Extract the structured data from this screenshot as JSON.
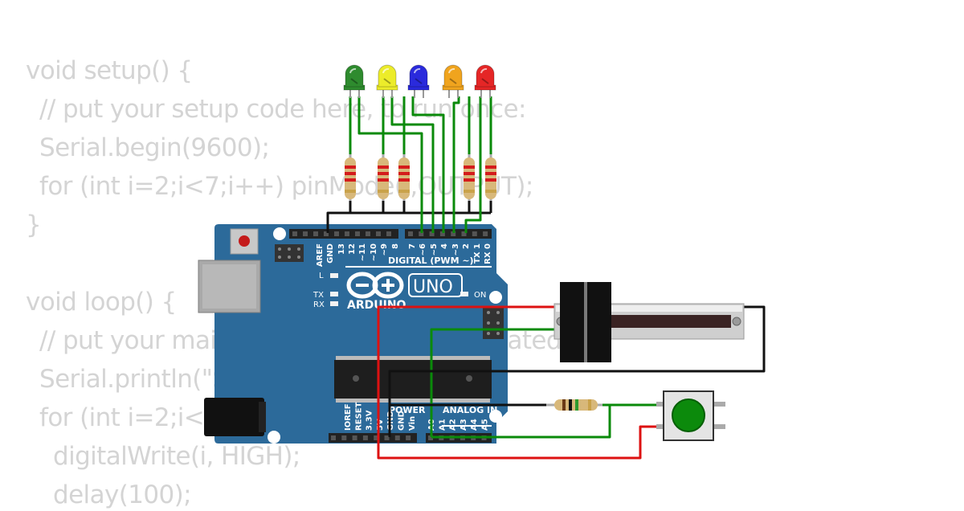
{
  "code": {
    "lines": [
      "void setup() {",
      "  // put your setup code here, to run once:",
      "  Serial.begin(9600);",
      "  for (int i=2;i<7;i++) pinMode(i,OUTPUT);",
      "}",
      "",
      "void loop() {",
      "  // put your main code here, to run repeatedly:",
      "  Serial.println(\"S",
      "  for (int i=2;i<7",
      "    digitalWrite(i, HIGH);",
      "    delay(100);"
    ]
  },
  "board": {
    "brand": "ARDUINO",
    "model": "UNO",
    "digital_header": "DIGITAL (PWM ~)",
    "analog_header": "ANALOG IN",
    "power_header": "POWER",
    "led_l": "L",
    "led_tx": "TX",
    "led_rx": "RX",
    "led_on": "ON",
    "digital_pins": [
      "AREF",
      "GND",
      "13",
      "12",
      "~11",
      "~10",
      "~9",
      "8",
      "7",
      "~6",
      "~5",
      "4",
      "~3",
      "2",
      "TX 1",
      "RX 0"
    ],
    "power_pins": [
      "IOREF",
      "RESET",
      "3.3V",
      "5V",
      "GND",
      "GND",
      "Vin"
    ],
    "analog_pins": [
      "A0",
      "A1",
      "A2",
      "A3",
      "A4",
      "A5"
    ]
  },
  "leds": [
    {
      "color": "#2e8b2e",
      "name": "green"
    },
    {
      "color": "#ecec2a",
      "name": "yellow"
    },
    {
      "color": "#2a2adc",
      "name": "blue"
    },
    {
      "color": "#f0a41e",
      "name": "orange"
    },
    {
      "color": "#e52626",
      "name": "red"
    }
  ],
  "colors": {
    "board": "#2c6a9a",
    "wire_green": "#0a8a0a",
    "wire_black": "#111111",
    "wire_red": "#dd1111",
    "button_cap": "#0c8a0c"
  }
}
